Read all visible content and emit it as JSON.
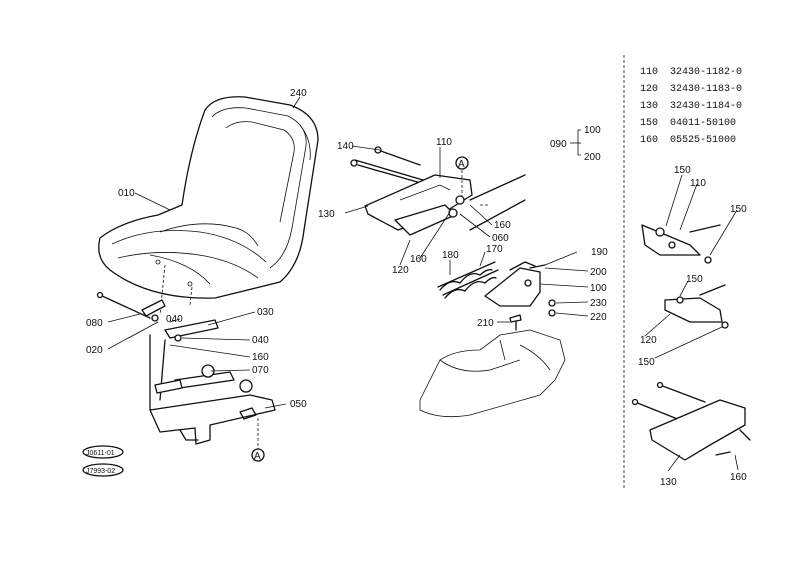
{
  "parts_table": [
    {
      "ref": "110",
      "part_no": "32430-1182-0"
    },
    {
      "ref": "120",
      "part_no": "32430-1183-0"
    },
    {
      "ref": "130",
      "part_no": "32430-1184-0"
    },
    {
      "ref": "150",
      "part_no": "04011-50100"
    },
    {
      "ref": "160",
      "part_no": "05525-51000"
    }
  ],
  "callouts": {
    "c240": "240",
    "c010": "010",
    "c080": "080",
    "c020": "020",
    "c040a": "040",
    "c030": "030",
    "c040b": "040",
    "c160a": "160",
    "c070": "070",
    "c050": "050",
    "c140": "140",
    "c110": "110",
    "c130": "130",
    "c120": "120",
    "c160b": "160",
    "c160c": "160",
    "c060": "060",
    "c180": "180",
    "c170": "170",
    "c190": "190",
    "c200": "200",
    "c100": "100",
    "c230": "230",
    "c220": "220",
    "c210": "210",
    "c090": "090",
    "c090_100": "100",
    "c090_200": "200",
    "r150a": "150",
    "r110": "110",
    "r150b": "150",
    "r150c": "150",
    "r120": "120",
    "r150d": "150",
    "r130": "130",
    "r160": "160"
  },
  "ref_marks": {
    "a1": "A",
    "a2": "A"
  },
  "stamps": {
    "top": "J0611-01",
    "bottom": "J7993-02"
  }
}
